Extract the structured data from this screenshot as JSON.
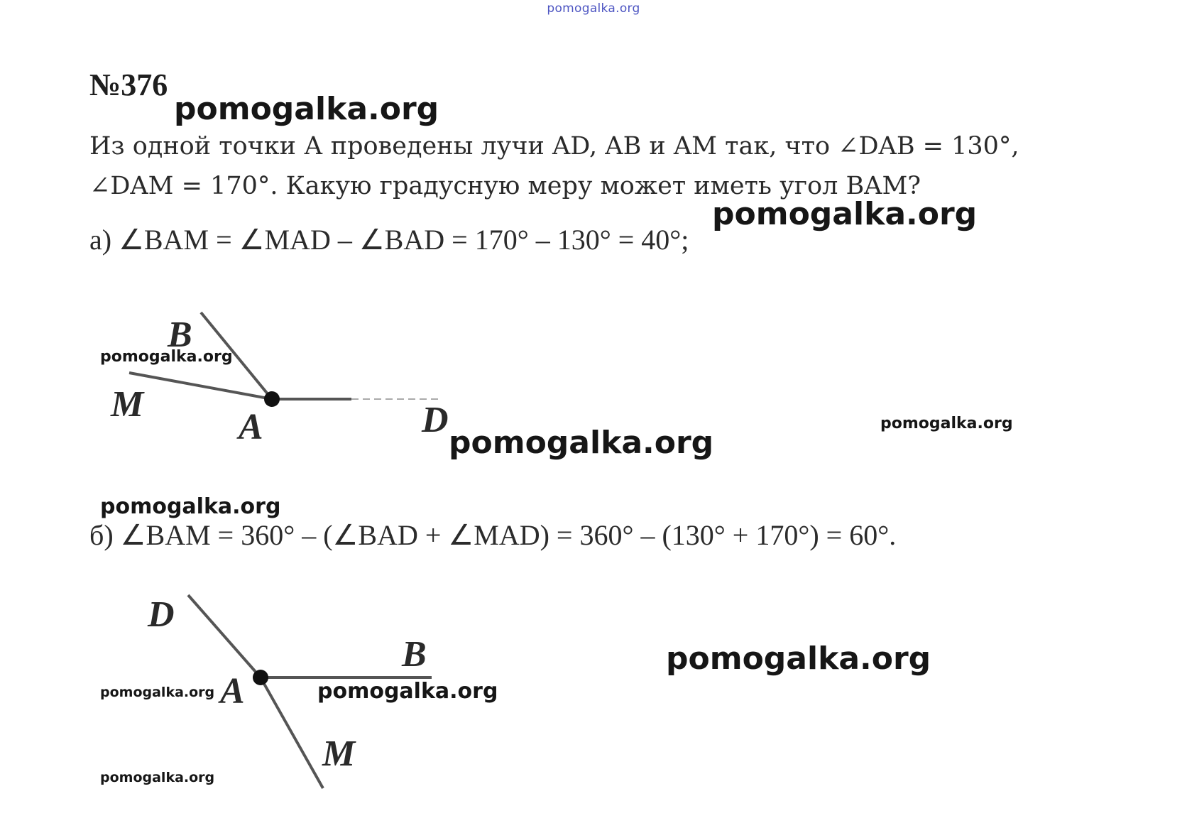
{
  "site_header": "pomogalka.org",
  "problem": {
    "number": "№376",
    "statement_line1": "Из одной точки А проведены лучи AD, AB и AM так, что ∠DAB = 130°,",
    "statement_line2": "∠DAM = 170°. Какую градусную меру может иметь угол BAM?"
  },
  "solutions": {
    "a": "а) ∠BAM = ∠MAD – ∠BAD = 170° – 130° = 40°;",
    "b": "б) ∠BAM = 360° – (∠BAD + ∠MAD) = 360° – (130° + 170°) = 60°."
  },
  "figure_a": {
    "label_b": "B",
    "label_m": "M",
    "label_a": "A",
    "label_d": "D"
  },
  "figure_b": {
    "label_d": "D",
    "label_b": "B",
    "label_a": "A",
    "label_m": "M"
  },
  "watermarks": {
    "w1": "pomogalka.org",
    "w2": "pomogalka.org",
    "w3": "pomogalka.org",
    "w4": "pomogalka.org",
    "w5": "pomogalka.org",
    "w6": "pomogalka.org",
    "w7": "pomogalka.org",
    "w8": "pomogalka.org",
    "w9": "pomogalka.org",
    "w10": "pomogalka.org"
  },
  "colors": {
    "text": "#2a2a2a",
    "header_link": "#4d55c2",
    "watermark": "#161616",
    "line": "#555555"
  }
}
